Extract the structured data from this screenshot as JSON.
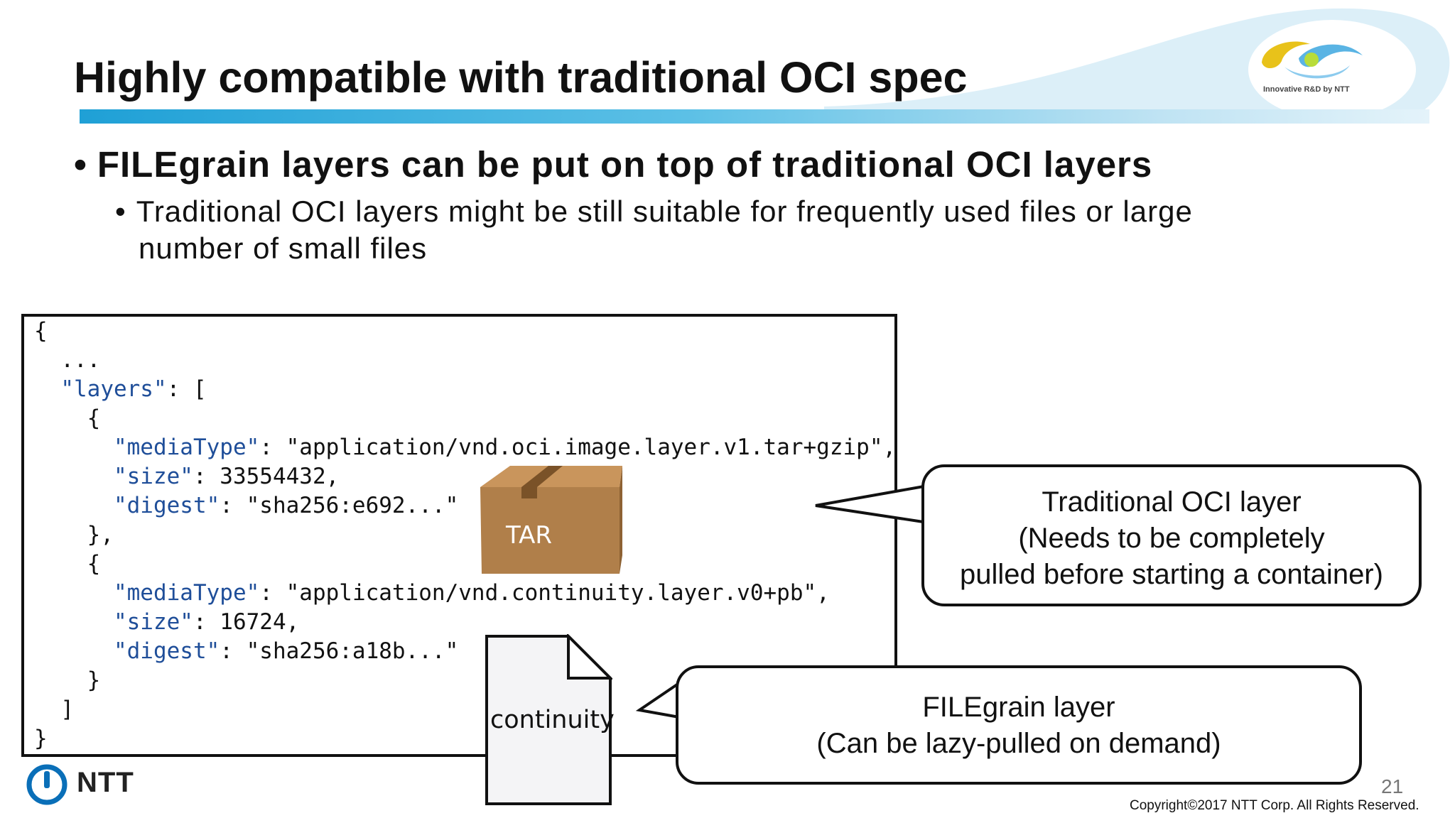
{
  "slide": {
    "title": "Highly compatible with traditional OCI spec",
    "bullet1": "FILEgrain layers can be put on top of traditional OCI layers",
    "bullet2_line1": "Traditional OCI layers might be still suitable for frequently used files or large",
    "bullet2_line2": "number of small files"
  },
  "code": {
    "l1": "{",
    "l2": "  ...",
    "l3_key": "\"layers\"",
    "l3_rest": ": [",
    "l4": "    {",
    "l5_key": "\"mediaType\"",
    "l5_rest": ": \"application/vnd.oci.image.layer.v1.tar+gzip\",",
    "l6_key": "\"size\"",
    "l6_rest": ": 33554432,",
    "l7_key": "\"digest\"",
    "l7_rest": ": \"sha256:e692...\"",
    "l8": "    },",
    "l9": "    {",
    "l10_key": "\"mediaType\"",
    "l10_rest": ": \"application/vnd.continuity.layer.v0+pb\",",
    "l11_key": "\"size\"",
    "l11_rest": ": 16724,",
    "l12_key": "\"digest\"",
    "l12_rest": ": \"sha256:a18b...\"",
    "l13": "    }",
    "l14": "  ]",
    "l15": "}"
  },
  "illustrations": {
    "tar_label": "TAR",
    "file_label": "continuity"
  },
  "callouts": {
    "traditional_line1": "Traditional OCI layer",
    "traditional_line2": "(Needs to be completely",
    "traditional_line3": "pulled before starting a container)",
    "filegrain_line1": "FILEgrain layer",
    "filegrain_line2": "(Can be lazy-pulled on demand)"
  },
  "footer": {
    "page_number": "21",
    "copyright": "Copyright©2017  NTT Corp. All Rights Reserved.",
    "brand": "NTT",
    "logo_caption": "Innovative R&D by NTT"
  },
  "colors": {
    "title_bar": "#1fa0d6",
    "json_key": "#1f4e99",
    "ntt_blue": "#0a6fb8",
    "box_brown": "#b07f4a"
  }
}
